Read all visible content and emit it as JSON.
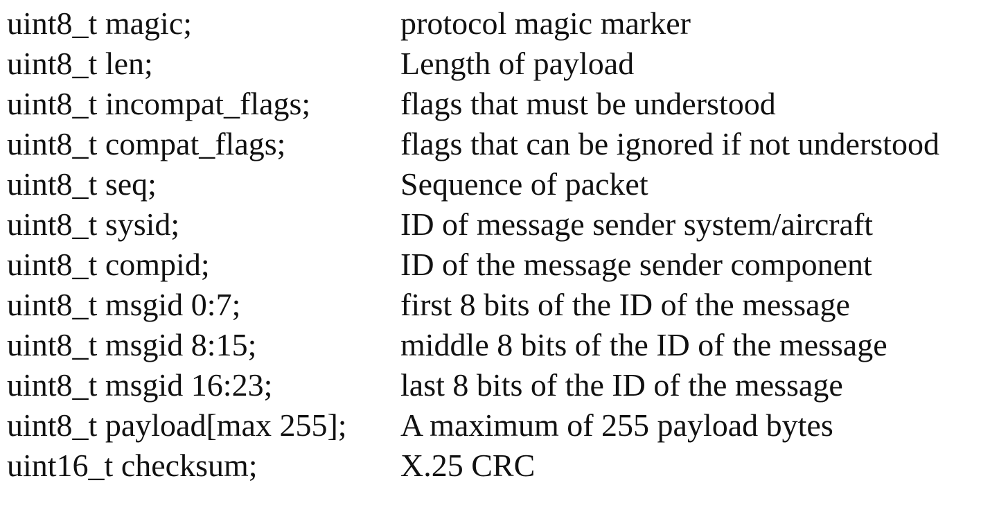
{
  "rows": [
    {
      "field": "uint8_t magic;",
      "description": "protocol magic marker"
    },
    {
      "field": "uint8_t len;",
      "description": "Length of payload"
    },
    {
      "field": "uint8_t incompat_flags;",
      "description": "flags that must be understood"
    },
    {
      "field": "uint8_t compat_flags;",
      "description": "flags that can be ignored if not understood"
    },
    {
      "field": "uint8_t seq;",
      "description": "Sequence of packet"
    },
    {
      "field": "uint8_t sysid;",
      "description": "ID of message sender system/aircraft"
    },
    {
      "field": "uint8_t compid;",
      "description": "ID of the message sender component"
    },
    {
      "field": "uint8_t msgid 0:7;",
      "description": "first 8 bits of the ID of the message"
    },
    {
      "field": "uint8_t msgid 8:15;",
      "description": "middle 8 bits of the ID of the message"
    },
    {
      "field": "uint8_t msgid 16:23;",
      "description": "last 8 bits of the ID of the message"
    },
    {
      "field": "uint8_t payload[max 255];",
      "description": "A maximum of 255 payload bytes"
    },
    {
      "field": "uint16_t checksum;",
      "description": "X.25 CRC"
    }
  ]
}
